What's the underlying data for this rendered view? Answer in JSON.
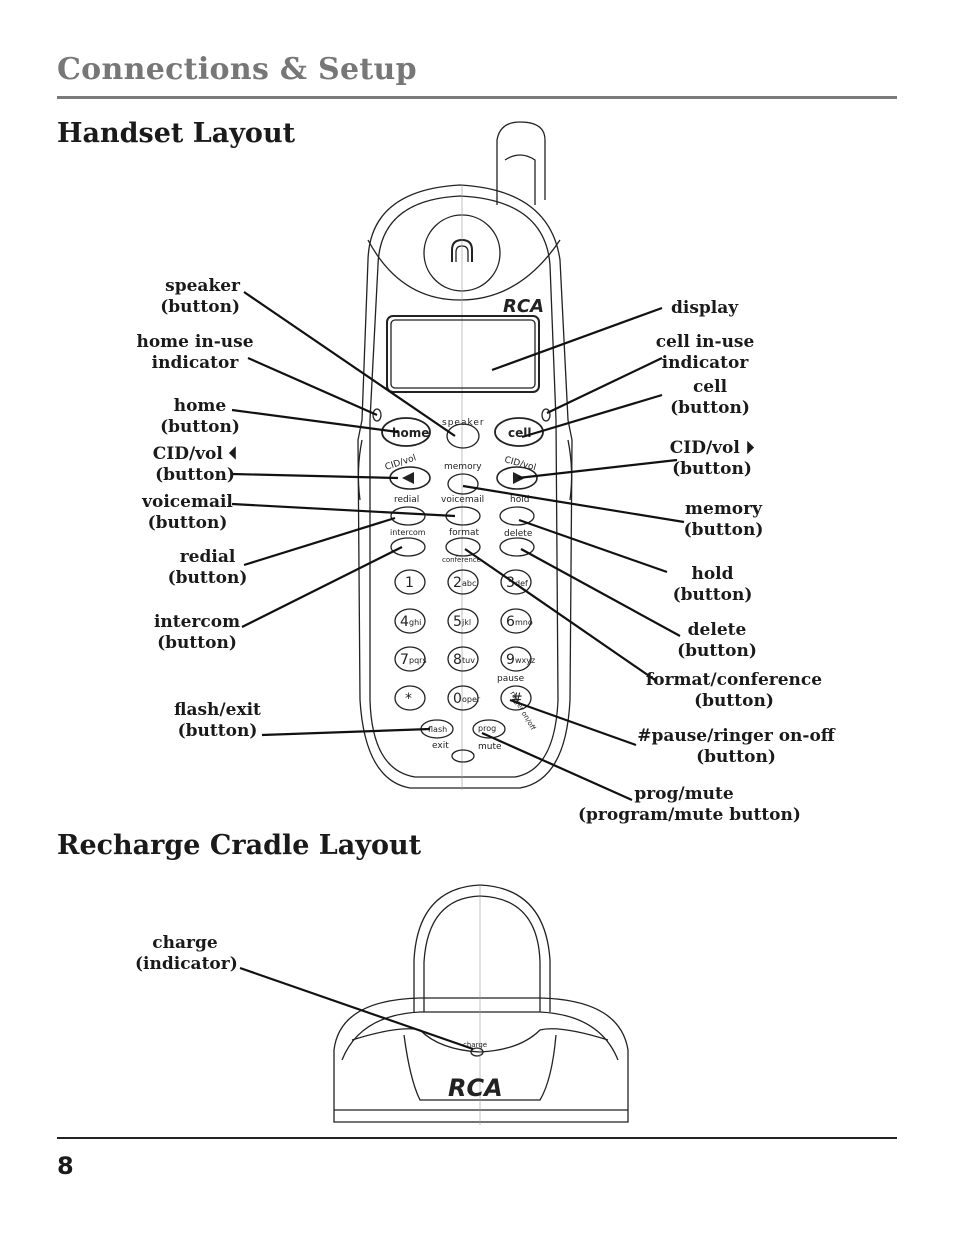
{
  "header": {
    "section_title": "Connections & Setup"
  },
  "headings": {
    "handset": "Handset Layout",
    "cradle": "Recharge Cradle Layout"
  },
  "page_number": "8",
  "labels": {
    "speaker": [
      "speaker",
      "(button)"
    ],
    "home_in_use": [
      "home in-use",
      "indicator"
    ],
    "home": [
      "home",
      "(button)"
    ],
    "cid_vol_left": [
      "CID/vol ⏴",
      "(button)"
    ],
    "voicemail": [
      "voicemail",
      "(button)"
    ],
    "redial": [
      "redial",
      "(button)"
    ],
    "intercom": [
      "intercom",
      "(button)"
    ],
    "flash_exit": [
      "flash/exit",
      "(button)"
    ],
    "display": [
      "display"
    ],
    "cell_in_use": [
      "cell in-use",
      "indicator"
    ],
    "cell": [
      "cell",
      "(button)"
    ],
    "cid_vol_right": [
      "CID/vol ⏵",
      "(button)"
    ],
    "memory": [
      "memory",
      "(button)"
    ],
    "hold": [
      "hold",
      "(button)"
    ],
    "delete": [
      "delete",
      "(button)"
    ],
    "format_conference": [
      "format/conference",
      "(button)"
    ],
    "pause_ringer": [
      "#pause/ringer on-off",
      "(button)"
    ],
    "prog_mute": [
      "prog/mute",
      "(program/mute button)"
    ],
    "charge": [
      "charge",
      "(indicator)"
    ]
  },
  "phone_text": {
    "brand": "RCA",
    "home": "home",
    "speaker": "speaker",
    "cell": "cell",
    "cid_vol": "CID/vol",
    "memory": "memory",
    "redial": "redial",
    "voicemail": "voicemail",
    "hold": "hold",
    "intercom": "intercom",
    "format": "format",
    "delete": "delete",
    "conference": "conference",
    "keys": [
      "1",
      "2",
      "3",
      "4",
      "5",
      "6",
      "7",
      "8",
      "9",
      "*",
      "0",
      "#"
    ],
    "key_letters": [
      "",
      "abc",
      "def",
      "ghi",
      "jkl",
      "mno",
      "pqrs",
      "tuv",
      "wxyz",
      "",
      "oper",
      ""
    ],
    "pause": "pause",
    "ringer": "ringer on/off",
    "flash": "flash",
    "exit": "exit",
    "prog": "prog",
    "mute": "mute",
    "charge": "charge"
  }
}
